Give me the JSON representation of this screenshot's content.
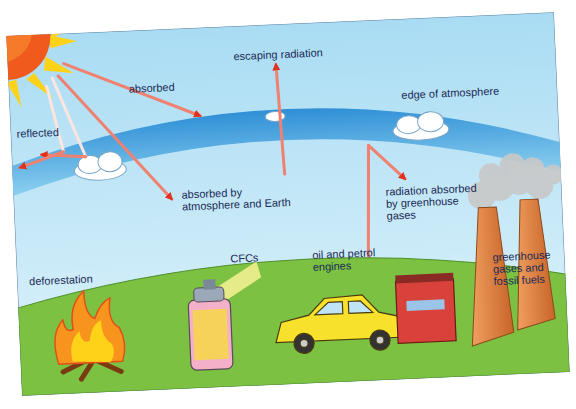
{
  "diagram": {
    "labels": [
      "reflected",
      "absorbed",
      "escaping radiation",
      "edge of atmosphere",
      "absorbed by atmosphere and Earth",
      "radiation absorbed by greenhouse gases",
      "deforestation",
      "CFCs",
      "oil and petrol engines",
      "greenhouse gases and fossil fuels"
    ]
  }
}
